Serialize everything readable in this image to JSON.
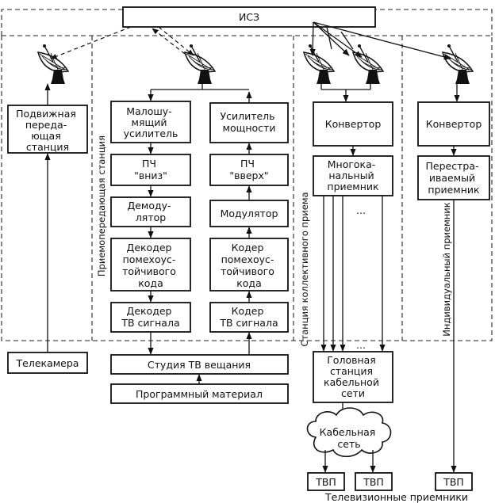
{
  "satellite": "ИСЗ",
  "blocks": {
    "mobile_station": [
      "Подвижная",
      "переда-",
      "ющая",
      "станция"
    ],
    "camera": "Телекамера",
    "lna": [
      "Малошу-",
      "мящий",
      "усилитель"
    ],
    "if_down": [
      "ПЧ",
      "\"вниз\""
    ],
    "demodulator": [
      "Демоду-",
      "лятор"
    ],
    "fec_decoder": [
      "Декодер",
      "помехоус-",
      "тойчивого",
      "кода"
    ],
    "tv_decoder": [
      "Декодер",
      "ТВ сигнала"
    ],
    "power_amp": [
      "Усилитель",
      "мощности"
    ],
    "if_up": [
      "ПЧ",
      "\"вверх\""
    ],
    "modulator": "Модулятор",
    "fec_encoder": [
      "Кодер",
      "помехоус-",
      "тойчивого",
      "кода"
    ],
    "tv_encoder": [
      "Кодер",
      "ТВ сигнала"
    ],
    "studio": "Студия ТВ вещания",
    "program": "Программный материал",
    "converter_collective": "Конвертор",
    "multichannel_receiver": [
      "Многока-",
      "нальный",
      "приемник"
    ],
    "headend": [
      "Головная",
      "станция",
      "кабельной",
      "сети"
    ],
    "cable_network": [
      "Кабельная",
      "сеть"
    ],
    "converter_individual": "Конвертор",
    "tunable_receiver": [
      "Перестра-",
      "иваемый",
      "приемник"
    ],
    "tvr": "ТВП"
  },
  "region_labels": {
    "transceiver": "Приемопередающая станция",
    "collective": "Станция коллективного приема",
    "individual": "Индивидуальный приемник"
  },
  "ellipsis": "...",
  "footer": "Телевизионные приемники"
}
